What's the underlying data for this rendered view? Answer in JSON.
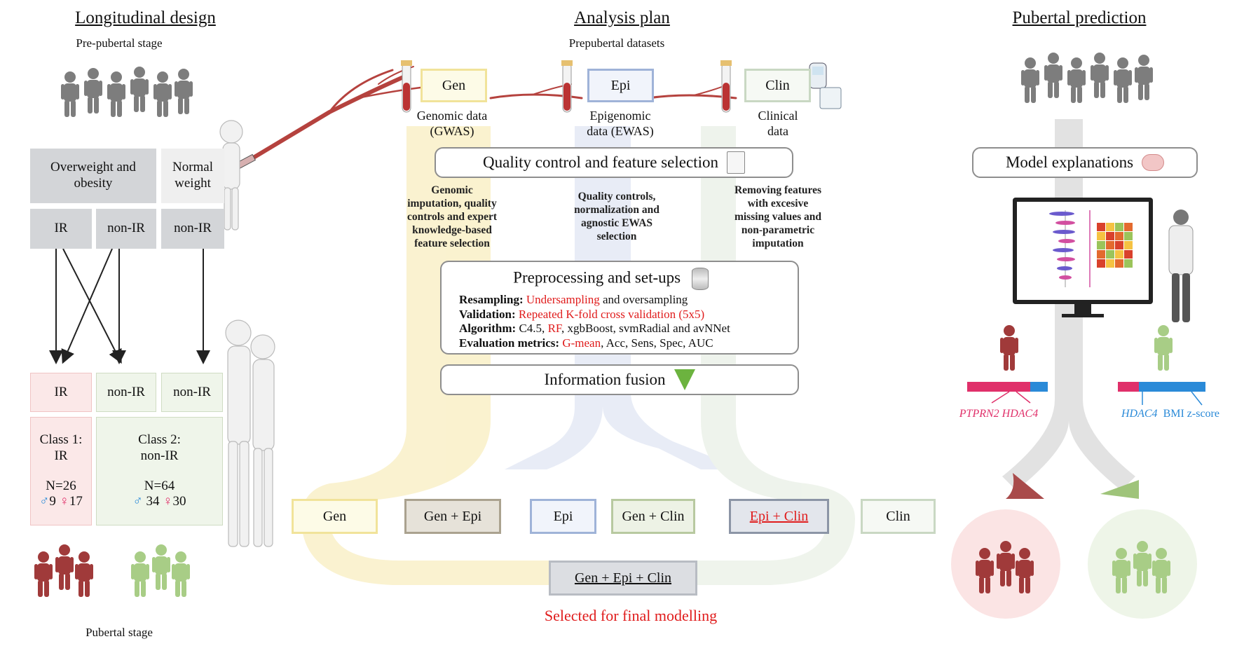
{
  "sections": {
    "left_title": "Longitudinal design",
    "center_title": "Analysis plan",
    "right_title": "Pubertal prediction"
  },
  "longitudinal": {
    "prepubertal_label": "Pre-pubertal stage",
    "pubertal_label": "Pubertal stage",
    "overweight": "Overweight and obesity",
    "normal_weight": "Normal weight",
    "ir": "IR",
    "non_ir": "non-IR",
    "class1_title": "Class 1:",
    "class1_sub": "IR",
    "class1_n": "N=26",
    "class1_male": "9",
    "class1_female": "17",
    "class2_title": "Class 2:",
    "class2_sub": "non-IR",
    "class2_n": "N=64",
    "class2_male": "34",
    "class2_female": "30",
    "male_symbol": "♂",
    "female_symbol": "♀"
  },
  "analysis": {
    "datasets_label": "Prepubertal datasets",
    "gen": "Gen",
    "epi": "Epi",
    "clin": "Clin",
    "gen_desc_1": "Genomic data",
    "gen_desc_2": "(GWAS)",
    "epi_desc_1": "Epigenomic",
    "epi_desc_2": "data (EWAS)",
    "clin_desc_1": "Clinical",
    "clin_desc_2": "data",
    "qc_title": "Quality control and feature selection",
    "gen_qc": "Genomic imputation, quality controls and expert knowledge-based feature selection",
    "epi_qc": "Quality controls, normalization and agnostic EWAS selection",
    "clin_qc": "Removing features with excesive missing values and non-parametric imputation",
    "prep_title": "Preprocessing and set-ups",
    "resampling_key": "Resampling:",
    "resampling_red": "Undersampling",
    "resampling_rest": " and oversampling",
    "validation_key": "Validation:",
    "validation_red": "Repeated K-fold cross validation (5x5)",
    "algorithm_key": "Algorithm:",
    "algorithm_pre": " C4.5, ",
    "algorithm_red": "RF",
    "algorithm_rest": ", xgbBoost, svmRadial and avNNet",
    "metrics_key": "Evaluation metrics:",
    "metrics_red": "G-mean",
    "metrics_rest": ", Acc, Sens, Spec, AUC",
    "fusion_title": "Information fusion",
    "combos": [
      "Gen",
      "Gen + Epi",
      "Epi",
      "Gen + Clin",
      "Epi + Clin",
      "Clin"
    ],
    "combo_all": "Gen + Epi + Clin",
    "selected_label": "Selected for final modelling"
  },
  "prediction": {
    "model_explanations": "Model explanations",
    "ir_genes": "PTPRN2 HDAC4",
    "nonir_genes_1": "HDAC4",
    "nonir_genes_2": "BMI z-score"
  },
  "colors": {
    "gen": "#f3e08a",
    "epi": "#9fb3d8",
    "clin": "#c9d8c3",
    "ir_red": "#a03a3a",
    "nonir_green": "#9fc47a",
    "person_grey": "#7a7a7a",
    "highlight_red": "#e01b1b",
    "pink": "#e0306a",
    "blue": "#2a8ad8"
  }
}
